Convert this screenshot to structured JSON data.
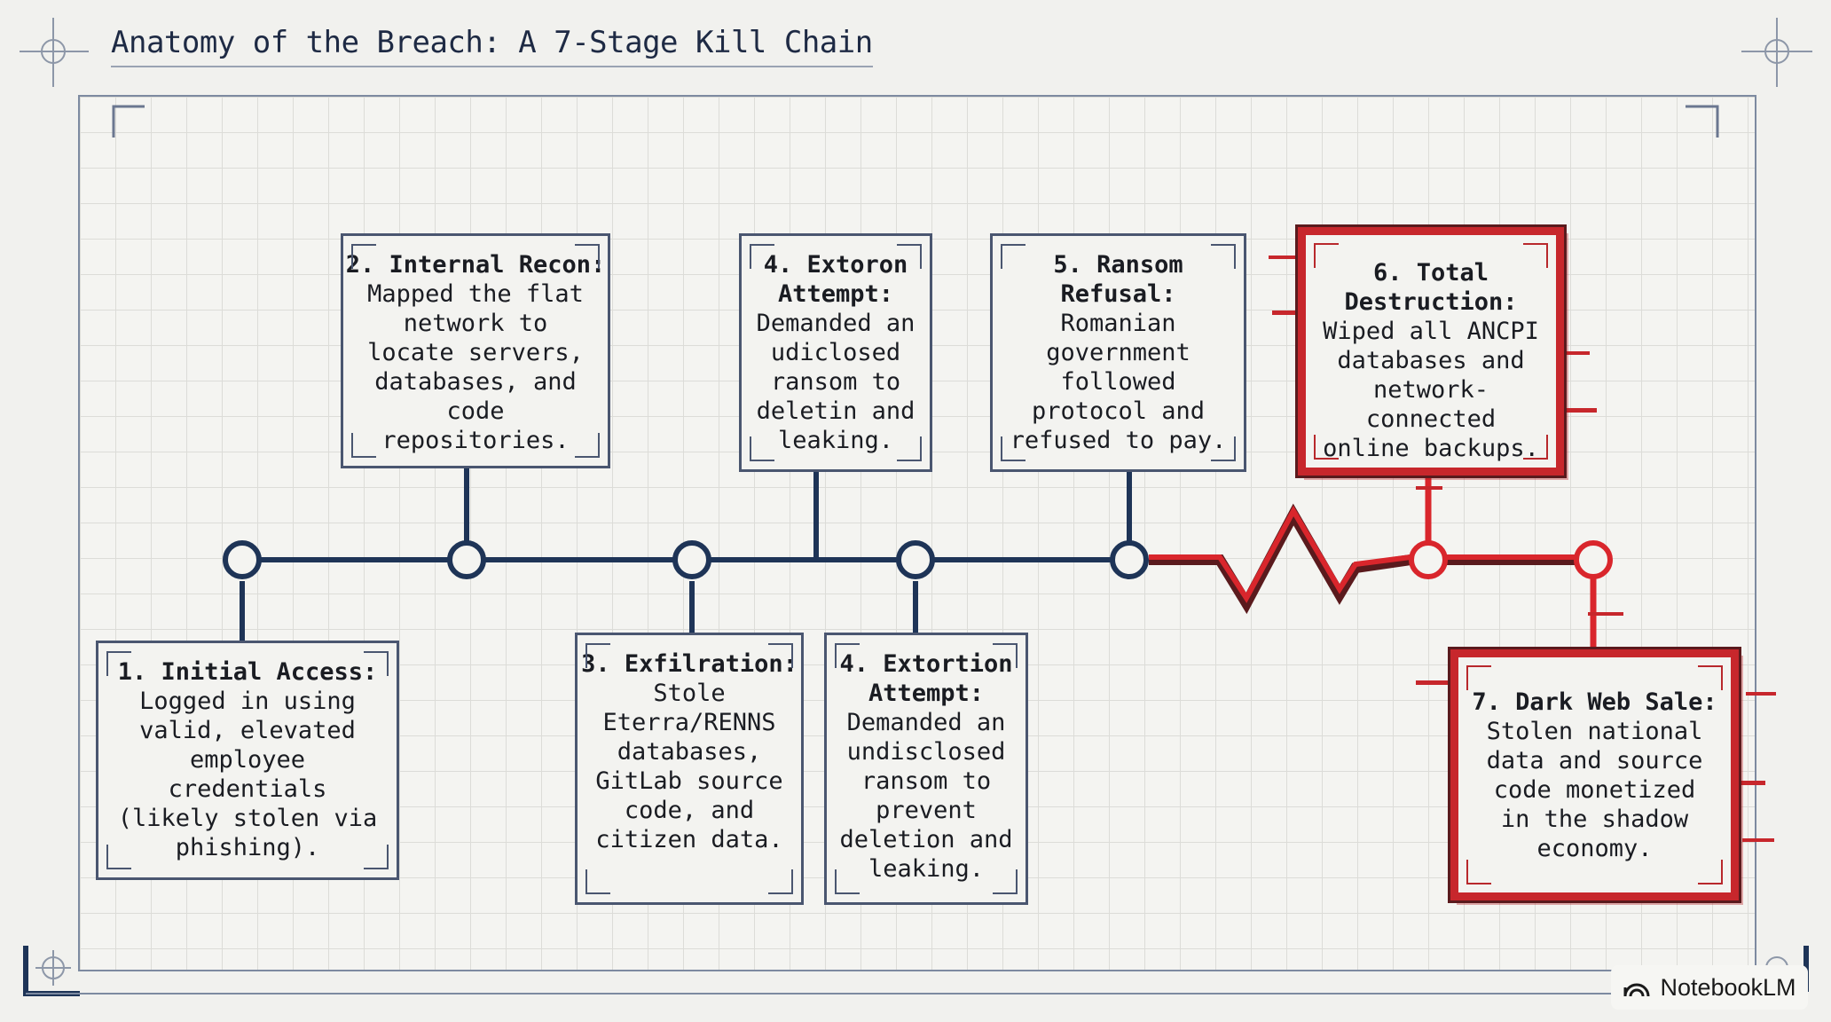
{
  "title": "Anatomy of the Breach: A 7-Stage Kill Chain",
  "colors": {
    "navy": "#1e3457",
    "red": "#d9262c",
    "dark_red": "#5a1a1d",
    "grid": "#dcdcd8"
  },
  "stages": [
    {
      "heading": "1. Initial Access:",
      "body": "Logged in using valid, elevated employee credentials (likely stolen via phishing)."
    },
    {
      "heading": "2. Internal Recon:",
      "body": "Mapped the flat network to locate servers, databases, and code repositories."
    },
    {
      "heading": "3. Exfilration:",
      "body": "Stole Eterra/RENNS databases, GitLab source code, and citizen data."
    },
    {
      "heading": "4. Extoron Attempt:",
      "body": "Demanded an udiclosed ransom to deletin and leaking."
    },
    {
      "heading": "4. Extortion Attempt:",
      "body": "Demanded an undisclosed ransom to prevent deletion and leaking."
    },
    {
      "heading": "5. Ransom Refusal:",
      "body": "Romanian government followed protocol and refused to pay."
    },
    {
      "heading": "6. Total Destruction:",
      "body": "Wiped all ANCPI databases and network-connected online backups."
    },
    {
      "heading": "7. Dark Web Sale:",
      "body": "Stolen national data and source code monetized in the shadow economy."
    }
  ],
  "brand": {
    "label": "NotebookLM",
    "icon": "notebooklm-logo-icon"
  }
}
